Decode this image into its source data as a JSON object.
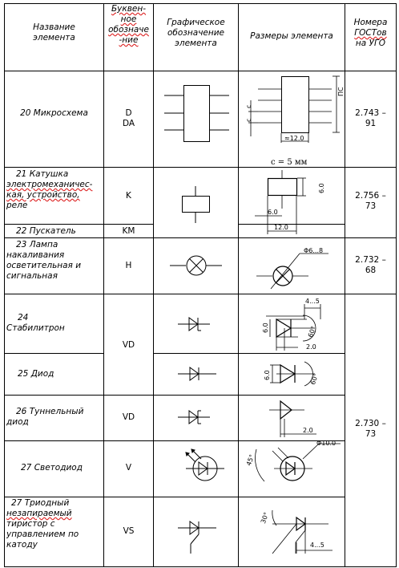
{
  "header": {
    "name_l1": "Название",
    "name_l2": "элемента",
    "code_l1": "Буквен-",
    "code_l2": "ное",
    "code_l3": "обозначе",
    "code_l4": "-ние",
    "graph_l1": "Графическое",
    "graph_l2": "обозначение",
    "graph_l3": "элемента",
    "size": "Размеры элемента",
    "gost_l1": "Номера",
    "gost_l2": "ГОСТов",
    "gost_l3": "на УГО"
  },
  "rows": [
    {
      "name": [
        "20 Микросхема"
      ],
      "code": [
        "D",
        "DA"
      ],
      "gost": [
        "2.743 –",
        "91"
      ]
    },
    {
      "name": [
        "21 Катушка",
        "электромеханичес-",
        "кая, устройство,",
        "реле"
      ],
      "code": [
        "K"
      ],
      "gost": [
        "2.756 –",
        "73"
      ]
    },
    {
      "name": [
        "22 Пускатель"
      ],
      "code": [
        "KM"
      ]
    },
    {
      "name": [
        "23 Лампа",
        "накаливания",
        "осветительная и",
        "сигнальная"
      ],
      "code": [
        "H"
      ],
      "gost": [
        "2.732 –",
        "68"
      ]
    },
    {
      "name": [
        "24",
        "Стабилитрон"
      ],
      "code": [
        "VD"
      ]
    },
    {
      "name": [
        "25 Диод"
      ]
    },
    {
      "name": [
        "26 Туннельный",
        "диод"
      ],
      "code": [
        "VD"
      ]
    },
    {
      "name": [
        "27 Светодиод"
      ],
      "code": [
        "V"
      ]
    },
    {
      "name": [
        "27 Триодный",
        "незапираемый",
        "тиристор с",
        "управлением по",
        "катоду"
      ],
      "code": [
        "VS"
      ]
    }
  ],
  "gost_shared": [
    "2.730 –",
    "73"
  ],
  "dims": {
    "chip_pitch": "ПС",
    "chip_c1": "с",
    "chip_c2": "с",
    "chip_w": "≈12.0",
    "chip_note": "с = 5 мм",
    "coil_h": "6.0",
    "coil_w1": "6.0",
    "coil_w2": "12.0",
    "lamp_d": "Φ6...8",
    "zener_top": "4...5",
    "zener_h": "6.0",
    "zener_ang": "60°",
    "zener_bot": "2.0",
    "diode_h": "6.0",
    "diode_ang": "60°",
    "tunnel_bot": "2.0",
    "led_d": "Φ10.0",
    "led_ang": "45°",
    "thy_ang": "30°",
    "thy_bot": "4...5"
  }
}
